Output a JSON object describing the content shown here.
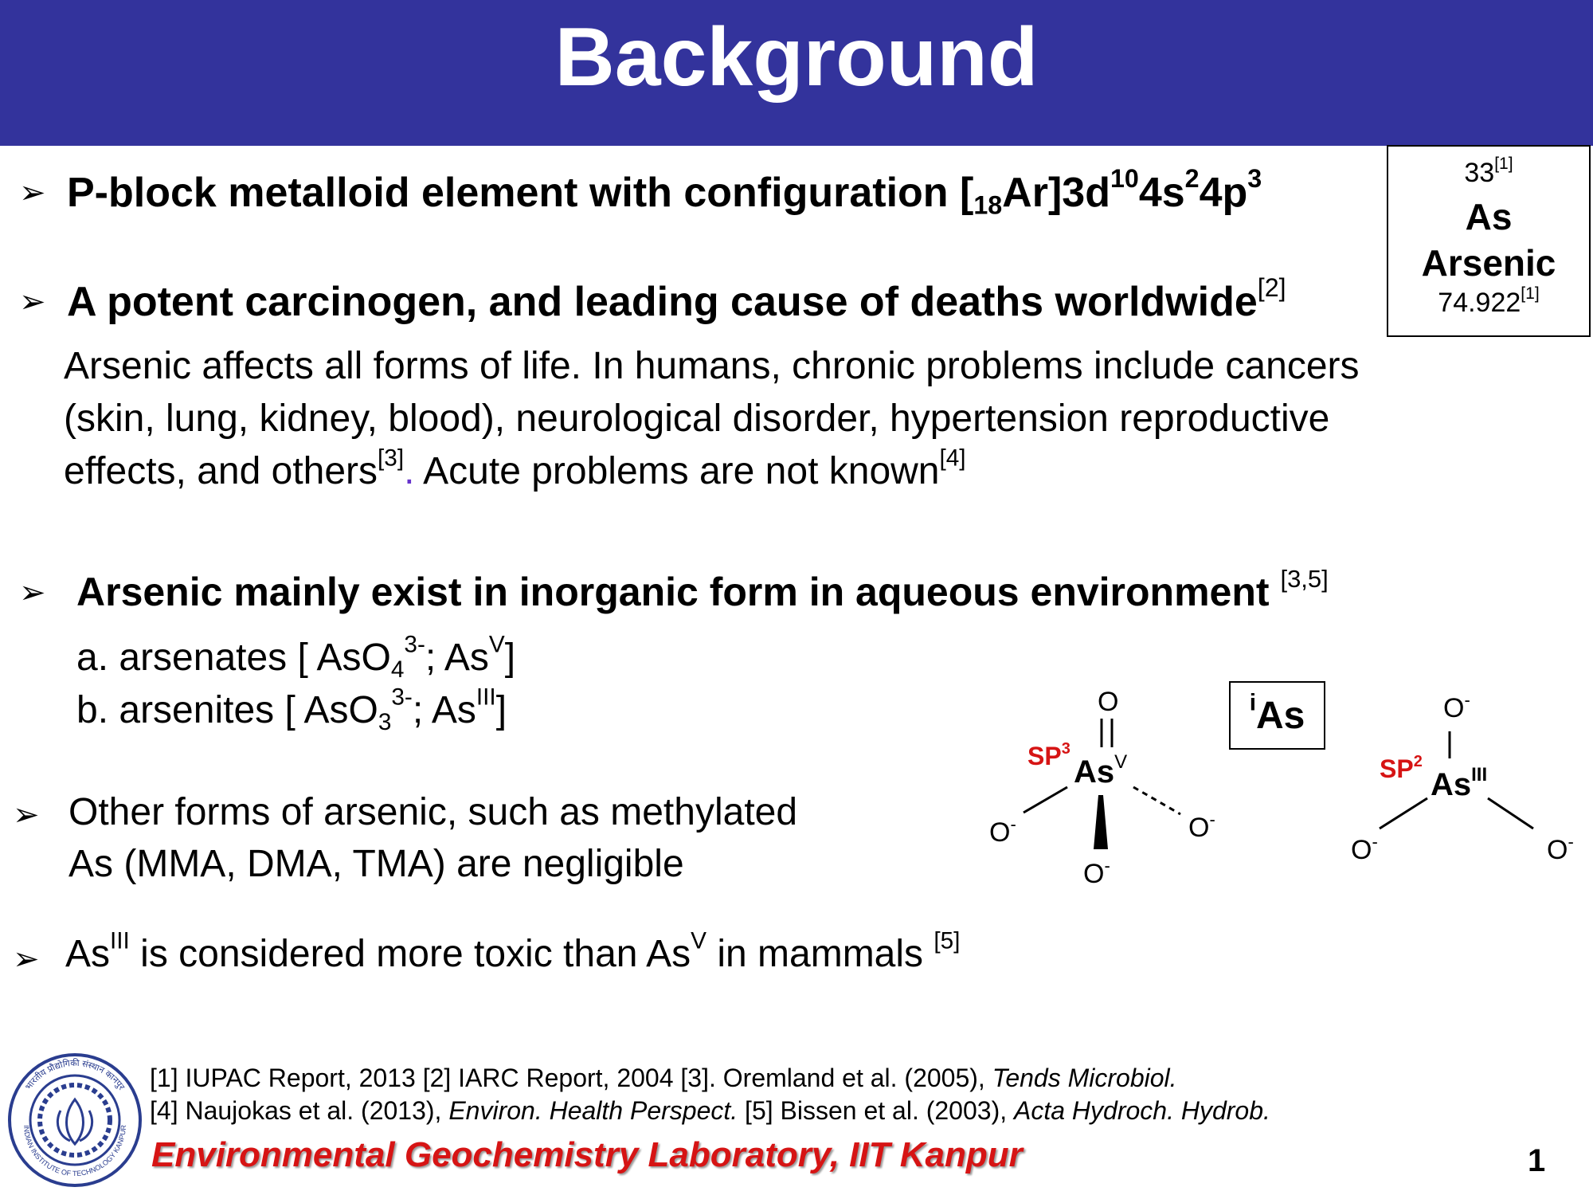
{
  "title": "Background",
  "element_box": {
    "atomic_number": "33",
    "atomic_number_ref": "[1]",
    "symbol": "As",
    "name": "Arsenic",
    "mass": "74.922",
    "mass_ref": "[1]"
  },
  "bullets": {
    "b1": {
      "text_a": "P-block metalloid element with configuration [",
      "sub": "18",
      "text_b": "Ar]3d",
      "sup1": "10",
      "text_c": "4s",
      "sup2": "2",
      "text_d": "4p",
      "sup3": "3"
    },
    "b2": {
      "text": "A potent carcinogen, and leading cause of deaths worldwide",
      "ref": "[2]"
    },
    "para": {
      "line1": "Arsenic affects all forms of life. In humans, chronic problems include cancers",
      "line2": "(skin, lung, kidney, blood), neurological disorder, hypertension reproductive",
      "line3a": "effects, and others",
      "line3_ref": "[3]",
      "line3_dot": ".",
      "line3b": " Acute problems are not known",
      "line3_ref2": "[4]"
    },
    "b3": {
      "text": "Arsenic mainly exist in inorganic form in aqueous environment ",
      "ref": "[3,5]"
    },
    "item_a": {
      "prefix": "a. arsenates [ AsO",
      "sub": "4",
      "sup": "3-",
      "mid": "; As",
      "sup2": "V",
      "end": "]"
    },
    "item_b": {
      "prefix": "b. arsenites [ AsO",
      "sub": "3",
      "sup": "3-",
      "mid": "; As",
      "sup2": "III",
      "end": "]"
    },
    "b4": {
      "line1": "Other forms of arsenic, such as methylated",
      "line2": "As (MMA, DMA, TMA) are negligible"
    },
    "b5": {
      "a": "As",
      "sup1": "III",
      "b": " is considered more toxic than As",
      "sup2": "V",
      "c": " in mammals ",
      "ref": "[5]"
    }
  },
  "structures": {
    "ias_label_sup": "i",
    "ias_label": "As",
    "arsenate": {
      "top_o": "O",
      "hybrid": "SP",
      "hybrid_sup": "3",
      "center": "As",
      "center_sup": "V",
      "left": "O",
      "right": "O",
      "bottom": "O",
      "charge": "-"
    },
    "arsenite": {
      "top_o": "O",
      "hybrid": "SP",
      "hybrid_sup": "2",
      "center": "As",
      "center_sup": "III",
      "left": "O",
      "right": "O",
      "charge": "-"
    }
  },
  "footer": {
    "ref_line1_a": "[1] IUPAC Report, 2013 [2] IARC Report, 2004 [3]. Oremland et al. (2005), ",
    "ref_line1_i": "Tends Microbiol.",
    "ref_line2_a": "[4] Naujokas et al. (2013), ",
    "ref_line2_i1": "Environ. Health Perspect.",
    "ref_line2_b": " [5] Bissen et al. (2003), ",
    "ref_line2_i2": "Acta Hydroch. Hydrob.",
    "lab": "Environmental Geochemistry Laboratory, IIT Kanpur",
    "logo_text_top": "भारतीय प्रौद्योगिकी संस्थान कानपुर",
    "logo_text_bottom": "INDIAN INSTITUTE OF TECHNOLOGY KANPUR",
    "page": "1"
  },
  "colors": {
    "title_bar": "#33339c",
    "accent_red": "#d61414",
    "logo_blue": "#2a3d8f"
  }
}
